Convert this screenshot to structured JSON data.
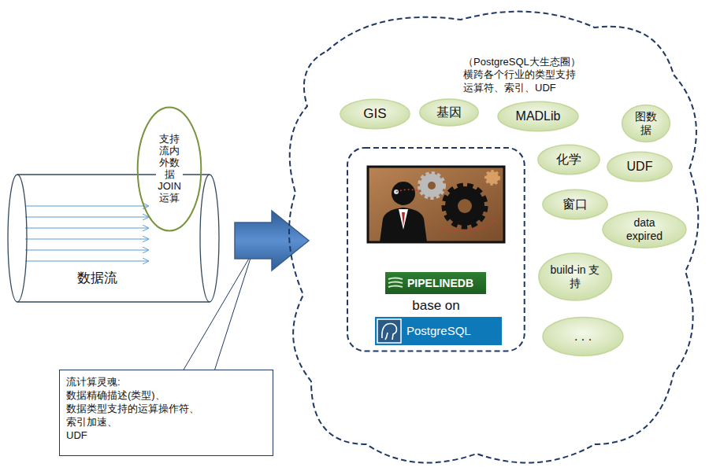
{
  "diagram": {
    "nodes": [
      {
        "text": [
          "数据流"
        ]
      },
      {
        "text": [
          "支持流内外数据JOIN运算"
        ]
      },
      {
        "text": [
          "流计算灵魂: 数据精确描述(类型)、 数据类型支持的运算操作符、 索引加速、 UDF"
        ]
      },
      {
        "text": [
          "（PostgreSQL大生态圈） 横跨各个行业的类型支持 运算符、索引、UDF"
        ]
      },
      {
        "text": [
          "GIS"
        ],
        "in": 3
      },
      {
        "text": [
          "基因"
        ],
        "in": 3
      },
      {
        "text": [
          "MADLib"
        ],
        "in": 3
      },
      {
        "text": [
          "图数据"
        ],
        "in": 3
      },
      {
        "text": [
          "base on"
        ],
        "in": 3
      },
      {
        "text": [
          "PIPELINEDB"
        ],
        "in": 8
      },
      {
        "text": [
          "PostgreSQL"
        ],
        "in": 8
      },
      {
        "text": [
          "化学"
        ],
        "in": 3
      },
      {
        "text": [
          "UDF"
        ],
        "in": 3
      },
      {
        "text": [
          "窗口"
        ],
        "in": 3
      },
      {
        "text": [
          "data expired"
        ],
        "in": 3
      },
      {
        "text": [
          "build-in 支持"
        ],
        "in": 3
      },
      {
        "text": [
          ". . ."
        ],
        "in": 3
      }
    ],
    "edges": [
      {
        "from": 0,
        "to": 3,
        "arrow": "to"
      }
    ]
  }
}
